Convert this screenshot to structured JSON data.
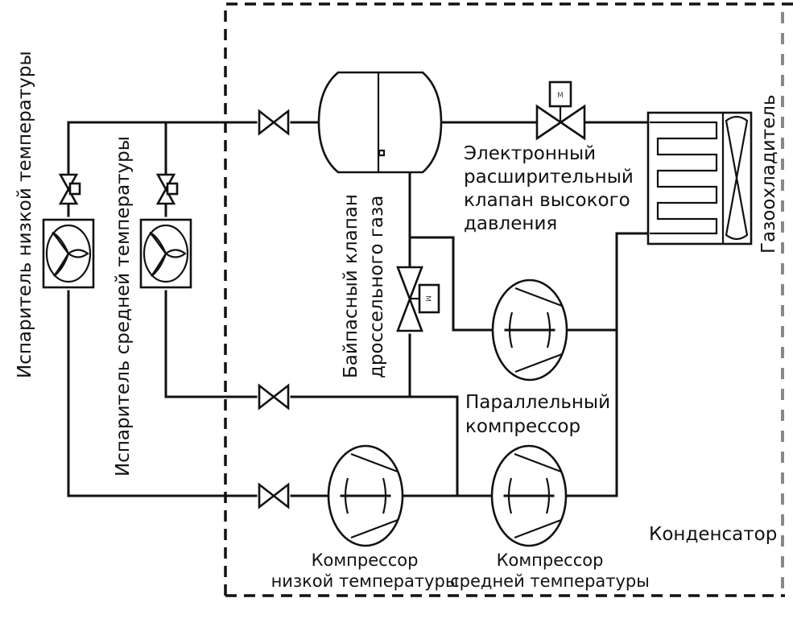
{
  "diagram": {
    "title": "CO2 transcritical refrigeration system schematic",
    "labels": {
      "evaporator_low": "Испаритель низкой температуры",
      "evaporator_medium": "Испаритель средней температуры",
      "bypass_valve_line1": "Байпасный клапан",
      "bypass_valve_line2": "дроссельного газа",
      "eev_line1": "Электронный",
      "eev_line2": "расширительный",
      "eev_line3": "клапан высокого",
      "eev_line4": "давления",
      "gas_cooler": "Газоохладитель",
      "parallel_compressor_line1": "Параллельный",
      "parallel_compressor_line2": "компрессор",
      "compressor_low_line1": "Компрессор",
      "compressor_low_line2": "низкой температуры",
      "compressor_medium_line1": "Компрессор",
      "compressor_medium_line2": "средней температуры",
      "condenser": "Конденсатор"
    },
    "motor_glyph": "M",
    "components": [
      {
        "id": "evaporator-low",
        "type": "evaporator"
      },
      {
        "id": "evaporator-medium",
        "type": "evaporator"
      },
      {
        "id": "expansion-valve-low",
        "type": "thermostatic-valve"
      },
      {
        "id": "expansion-valve-medium",
        "type": "thermostatic-valve"
      },
      {
        "id": "liquid-line-valve",
        "type": "shutoff-valve"
      },
      {
        "id": "medium-suction-valve",
        "type": "shutoff-valve"
      },
      {
        "id": "low-suction-valve",
        "type": "shutoff-valve"
      },
      {
        "id": "flash-tank",
        "type": "receiver"
      },
      {
        "id": "high-pressure-eev",
        "type": "motorized-valve"
      },
      {
        "id": "flash-gas-bypass-valve",
        "type": "motorized-valve"
      },
      {
        "id": "gas-cooler",
        "type": "heat-exchanger"
      },
      {
        "id": "parallel-compressor",
        "type": "compressor"
      },
      {
        "id": "low-temp-compressor",
        "type": "compressor"
      },
      {
        "id": "medium-temp-compressor",
        "type": "compressor"
      }
    ]
  }
}
